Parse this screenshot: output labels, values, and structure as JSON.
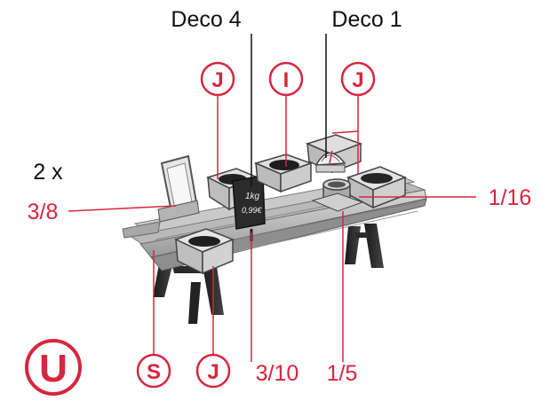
{
  "labels": {
    "deco4": "Deco 4",
    "deco1": "Deco 1",
    "count_2x": "2 x",
    "part_3_8": "3/8",
    "part_1_16": "1/16",
    "part_3_10": "3/10",
    "part_1_5": "1/5"
  },
  "circled": {
    "j_left": "J",
    "i_top": "I",
    "j_right": "J",
    "s_bottom": "S",
    "j_bottom": "J",
    "u_big": "U"
  },
  "colors": {
    "accent_red": "#d7263d",
    "text_black": "#111111"
  }
}
